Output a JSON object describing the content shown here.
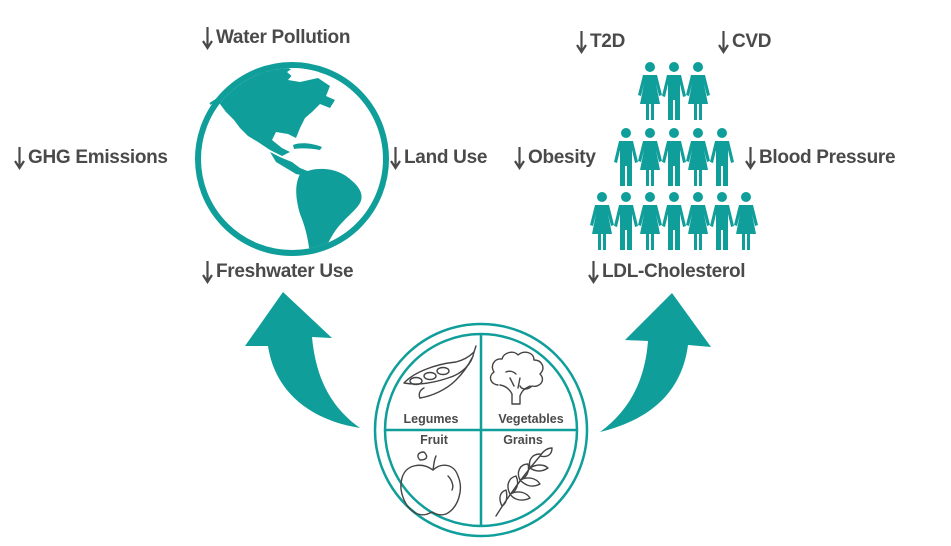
{
  "colors": {
    "teal": "#0f9e9a",
    "text": "#4a4a4a",
    "outline": "#444444"
  },
  "environment": {
    "icon": "globe-americas-icon",
    "effects": [
      {
        "id": "water-pollution",
        "label": "Water Pollution",
        "direction": "decrease"
      },
      {
        "id": "ghg-emissions",
        "label": "GHG Emissions",
        "direction": "decrease"
      },
      {
        "id": "land-use",
        "label": "Land Use",
        "direction": "decrease"
      },
      {
        "id": "freshwater-use",
        "label": "Freshwater Use",
        "direction": "decrease"
      }
    ]
  },
  "health": {
    "icon": "population-pyramid-icon",
    "people_rows": [
      3,
      5,
      7
    ],
    "effects": [
      {
        "id": "t2d",
        "label": "T2D",
        "direction": "decrease"
      },
      {
        "id": "cvd",
        "label": "CVD",
        "direction": "decrease"
      },
      {
        "id": "obesity",
        "label": "Obesity",
        "direction": "decrease"
      },
      {
        "id": "blood-pressure",
        "label": "Blood Pressure",
        "direction": "decrease"
      },
      {
        "id": "ldl-cholesterol",
        "label": "LDL-Cholesterol",
        "direction": "decrease"
      }
    ]
  },
  "plate": {
    "quadrants": [
      {
        "label": "Legumes",
        "icon": "soybean-pod-icon"
      },
      {
        "label": "Vegetables",
        "icon": "broccoli-icon"
      },
      {
        "label": "Fruit",
        "icon": "apple-icon"
      },
      {
        "label": "Grains",
        "icon": "grain-stalk-icon"
      }
    ]
  },
  "arrows": [
    {
      "from": "plate",
      "to": "environment"
    },
    {
      "from": "plate",
      "to": "health"
    }
  ]
}
